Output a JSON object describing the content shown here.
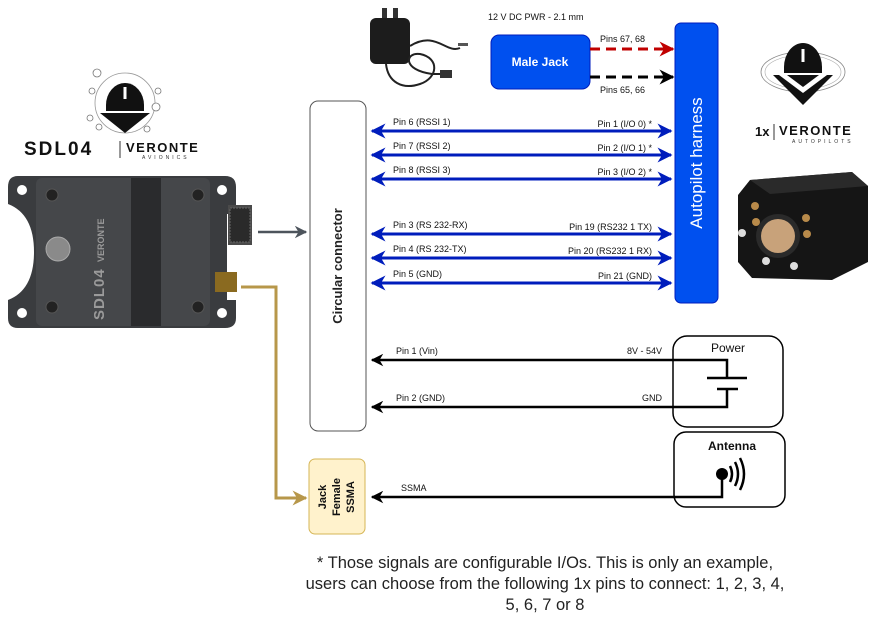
{
  "diagram": {
    "title": "SDL04 to Veronte 1x wiring",
    "power_supply": {
      "label": "12 V DC PWR - 2.1 mm",
      "male_jack": "Male Jack",
      "pins_positive": "Pins 67, 68",
      "pins_negative": "Pins 65, 66"
    },
    "circular_connector": {
      "label": "Circular connector"
    },
    "autopilot_harness": {
      "label": "Autopilot harness"
    },
    "signals": [
      {
        "left": "Pin 6 (RSSI 1)",
        "right": "Pin 1 (I/O 0) *"
      },
      {
        "left": "Pin 7 (RSSI 2)",
        "right": "Pin 2 (I/O 1) *"
      },
      {
        "left": "Pin 8 (RSSI 3)",
        "right": "Pin 3 (I/O 2) *"
      },
      {
        "left": "Pin 3 (RS 232-RX)",
        "right": "Pin 19 (RS232 1 TX)"
      },
      {
        "left": "Pin 4 (RS 232-TX)",
        "right": "Pin 20 (RS232 1 RX)"
      },
      {
        "left": "Pin 5 (GND)",
        "right": "Pin 21 (GND)"
      }
    ],
    "power": {
      "label": "Power",
      "vin_left": "Pin 1 (Vin)",
      "vin_right": "8V - 54V",
      "gnd_left": "Pin 2 (GND)",
      "gnd_right": "GND"
    },
    "antenna": {
      "label": "Antenna",
      "cable": "SSMA",
      "jack_lines": [
        "Jack",
        "Female",
        "SSMA"
      ]
    },
    "sdl04_logo": {
      "product": "SDL04",
      "brand": "VERONTE",
      "sub": "AVIONICS"
    },
    "autopilot_logo": {
      "product": "1x",
      "brand": "VERONTE",
      "sub": "AUTOPILOTS"
    },
    "colors": {
      "blue_box": "#0050ef",
      "signal_blue": "#001dbc",
      "power_red": "#c00000",
      "gold": "#b7974a",
      "jack_fill": "#fff2cc",
      "jack_border": "#d6b656",
      "grey_arrow": "#4d545c"
    },
    "footnote": "* Those signals are configurable I/Os. This is only an example, users can choose from the following 1x pins to connect: 1, 2, 3, 4, 5, 6, 7 or  8"
  }
}
